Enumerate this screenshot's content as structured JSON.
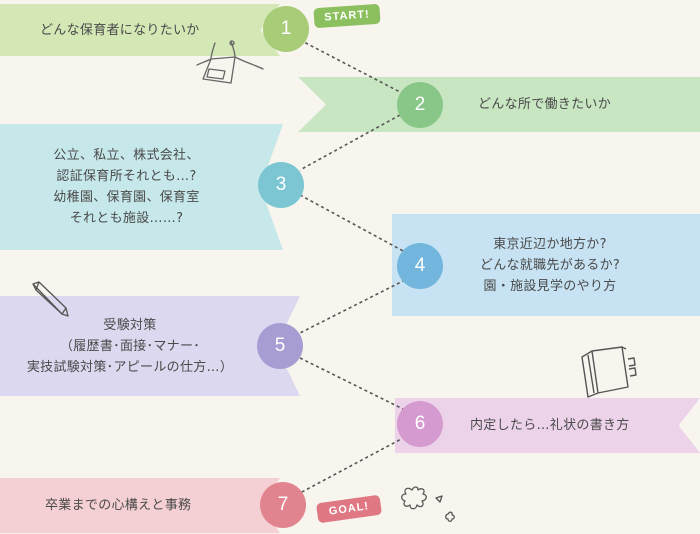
{
  "colors": {
    "background": "#f7f5ee",
    "dots": "#555555",
    "step1": "#d4e8b6",
    "step1_circle": "#a8cc78",
    "step2": "#c8e6c2",
    "step2_circle": "#88c788",
    "step3": "#c7e8ea",
    "step3_circle": "#7cc6d3",
    "step4": "#c6e2f3",
    "step4_circle": "#72b5dd",
    "step5": "#dcd8ef",
    "step5_circle": "#a89dd3",
    "step6": "#ecd3ea",
    "step6_circle": "#d59bd0",
    "step7": "#f4cfd3",
    "step7_circle": "#e2848f",
    "start_tag": "#8cbf5e",
    "goal_tag": "#e07884"
  },
  "steps": [
    {
      "number": "1",
      "lines": [
        "どんな保育者になりたいか"
      ]
    },
    {
      "number": "2",
      "lines": [
        "どんな所で働きたいか"
      ]
    },
    {
      "number": "3",
      "lines": [
        "公立、私立、株式会社、",
        "認証保育所それとも…?",
        "幼稚園、保育園、保育室",
        "それとも施設……?"
      ]
    },
    {
      "number": "4",
      "lines": [
        "東京近辺か地方か?",
        "どんな就職先があるか?",
        "園・施設見学のやり方"
      ]
    },
    {
      "number": "5",
      "lines": [
        "受験対策",
        "（履歴書･面接･マナー･",
        "実技試験対策･アピールの仕方…）"
      ]
    },
    {
      "number": "6",
      "lines": [
        "内定したら…礼状の書き方"
      ]
    },
    {
      "number": "7",
      "lines": [
        "卒業までの心構えと事務"
      ]
    }
  ],
  "tags": {
    "start": "START!",
    "goal": "GOAL!"
  },
  "icons": {
    "apron": "apron-icon",
    "pencil": "pencil-icon",
    "notebook": "notebook-icon",
    "flower": "flower-icon"
  }
}
